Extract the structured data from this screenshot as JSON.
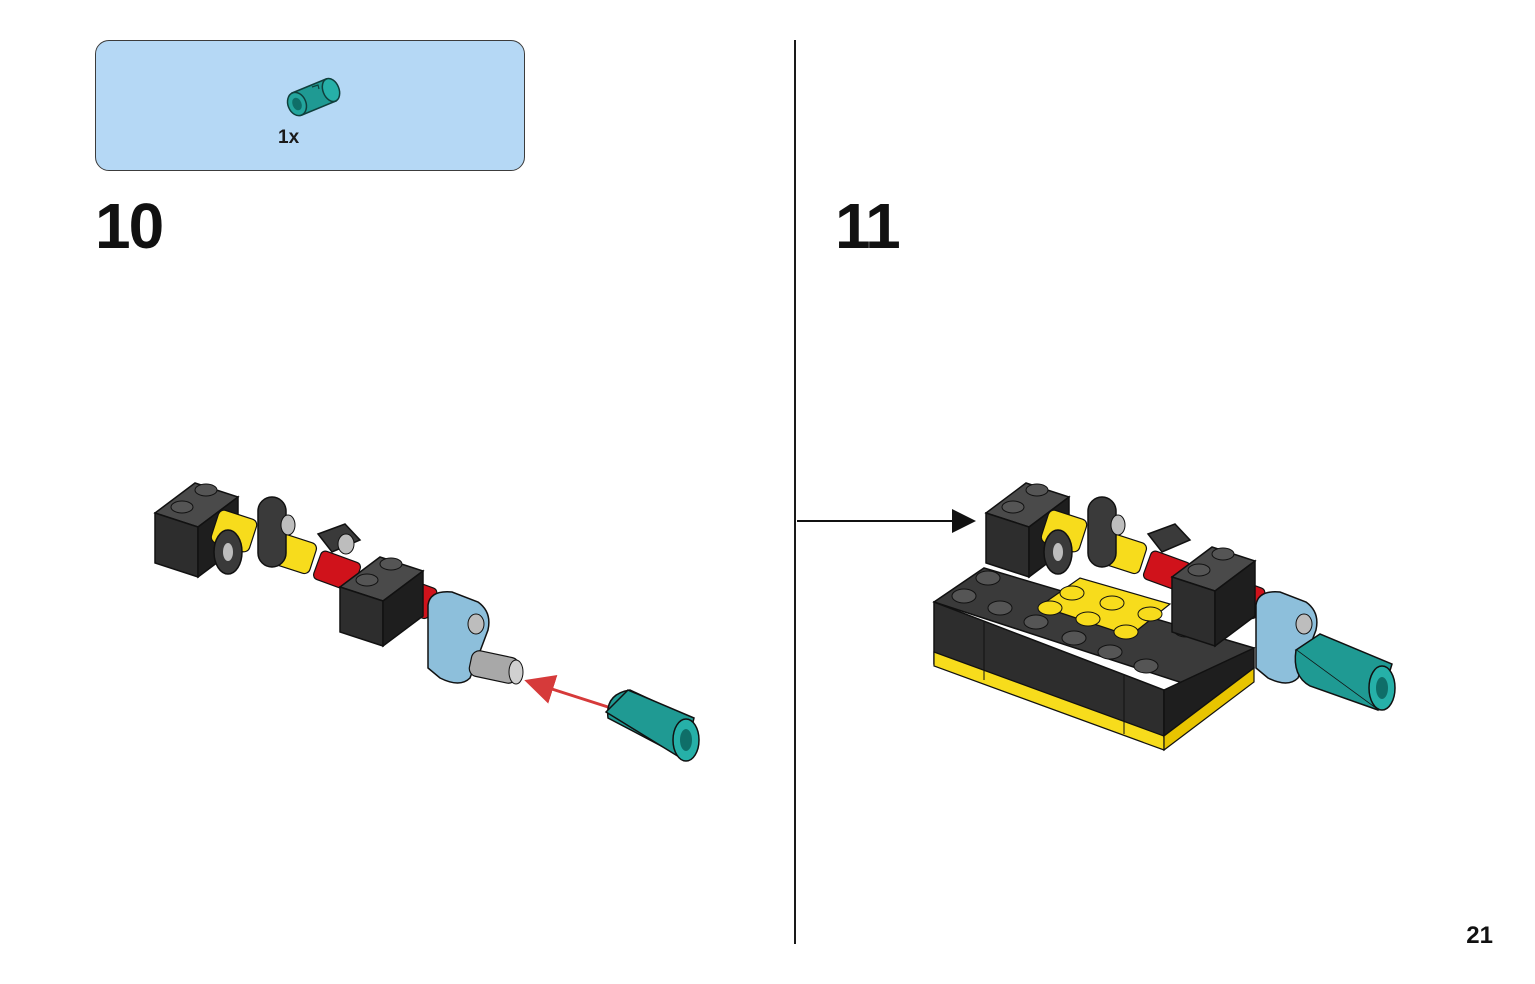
{
  "parts_callout": {
    "quantity": "1x",
    "part_icon": "teal-pin-connector-icon"
  },
  "steps": [
    {
      "number": "10"
    },
    {
      "number": "11"
    }
  ],
  "page": {
    "number": "21"
  },
  "colors": {
    "callout_bg": "#b5d8f5",
    "brick_black": "#2d2d2d",
    "teal": "#1f9a93",
    "yellow": "#f7dc1c",
    "red": "#d0121b",
    "light_blue": "#8dbfdb",
    "arrow_red": "#d63a3a"
  }
}
